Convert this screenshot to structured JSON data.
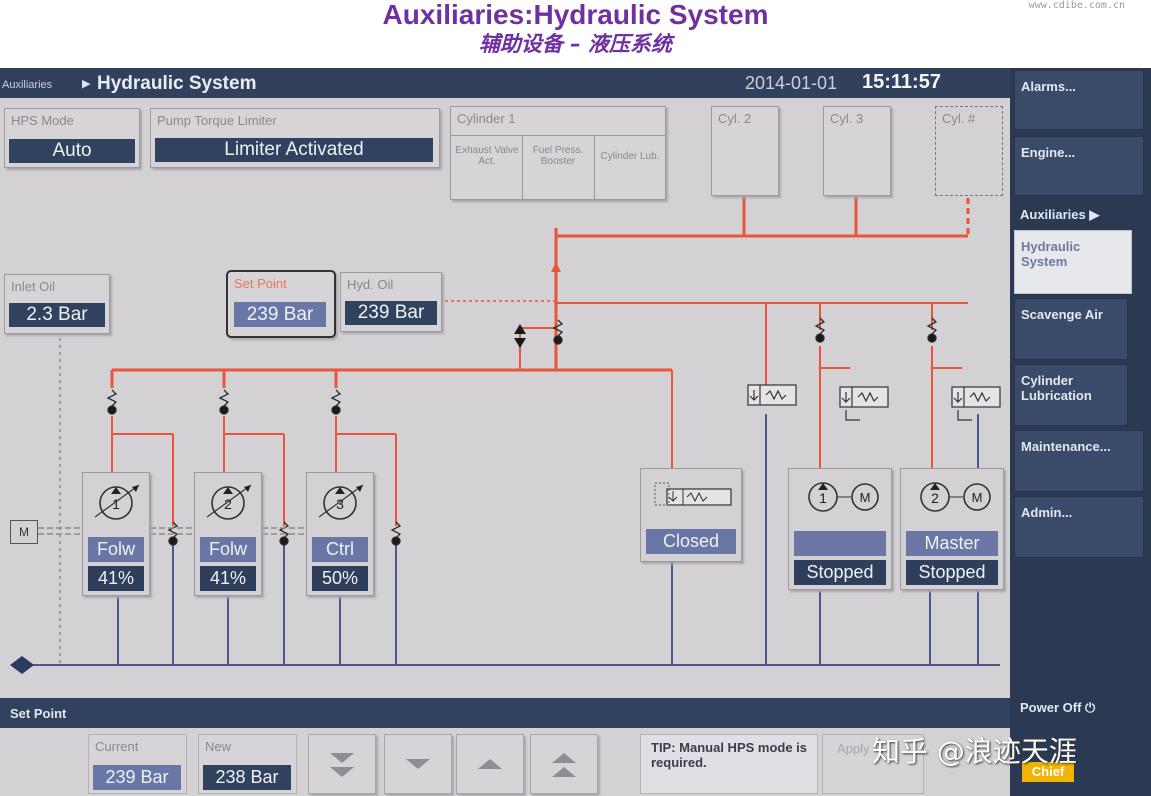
{
  "slide": {
    "title_en": "Auxiliaries:Hydraulic System",
    "title_cn": "辅助设备 – 液压系统",
    "watermark_top": "www.cdibe.com.cn",
    "watermark_bottom": "知乎 @浪迹天涯"
  },
  "header": {
    "breadcrumb_parent": "Auxiliaries",
    "breadcrumb_arrow": "▶",
    "title": "Hydraulic System",
    "date": "2014-01-01",
    "time": "15:11:57"
  },
  "hps_mode": {
    "label": "HPS Mode",
    "value": "Auto"
  },
  "pump_torque": {
    "label": "Pump Torque Limiter",
    "value": "Limiter Activated"
  },
  "cylinder1": {
    "label": "Cylinder 1",
    "cells": [
      "Exhaust Valve Act.",
      "Fuel Press. Booster",
      "Cylinder Lub."
    ]
  },
  "cylinders": [
    "Cyl. 2",
    "Cyl. 3",
    "Cyl. #"
  ],
  "inlet_oil": {
    "label": "Inlet Oil",
    "value": "2.3 Bar"
  },
  "set_point": {
    "label": "Set Point",
    "value": "239 Bar"
  },
  "hyd_oil": {
    "label": "Hyd. Oil",
    "value": "239 Bar"
  },
  "engine_pumps": [
    {
      "number": "1",
      "mode": "Folw",
      "percent": "41%"
    },
    {
      "number": "2",
      "mode": "Folw",
      "percent": "41%"
    },
    {
      "number": "3",
      "mode": "Ctrl",
      "percent": "50%"
    }
  ],
  "valve": {
    "state": "Closed"
  },
  "motor_label": "M",
  "electric_pumps": [
    {
      "number": "1",
      "role": "",
      "state": "Stopped",
      "motor": "M"
    },
    {
      "number": "2",
      "role": "Master",
      "state": "Stopped",
      "motor": "M"
    }
  ],
  "sidebar": {
    "alarms": "Alarms...",
    "engine": "Engine...",
    "auxiliaries": "Auxiliaries ▶",
    "items": [
      "Hydraulic System",
      "Scavenge Air",
      "Cylinder Lubrication"
    ],
    "maintenance": "Maintenance...",
    "admin": "Admin...",
    "power_off": "Power Off ⏻",
    "user": "Chief"
  },
  "setpoint_panel": {
    "title": "Set Point",
    "current_label": "Current",
    "current_value": "239 Bar",
    "new_label": "New",
    "new_value": "238 Bar",
    "tip": "TIP: Manual HPS mode is required.",
    "apply": "Apply"
  },
  "colors": {
    "pipe": "#e8553a",
    "return_line": "#4a5a8c",
    "panel": "#2b3a52",
    "value_box": "#31425e",
    "active_box": "#6a76a3"
  }
}
